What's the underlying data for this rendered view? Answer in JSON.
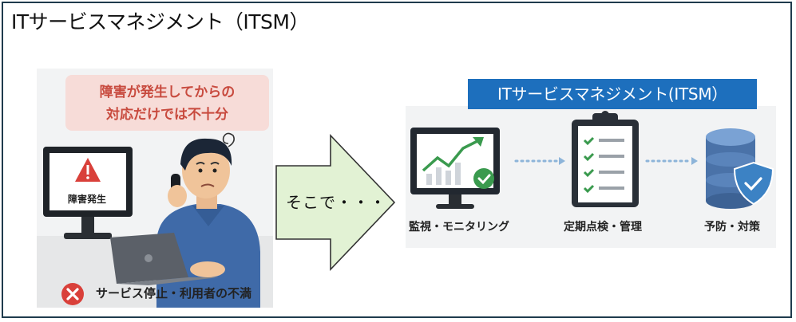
{
  "title": "ITサービスマネジメント（ITSM）",
  "left": {
    "problem_line1": "障害が発生してからの",
    "problem_line2": "対応だけでは不十分",
    "monitor_label": "障害発生",
    "consequence": "サービス停止・利用者の不満"
  },
  "arrow_text": "そこで・・・",
  "right": {
    "banner": "ITサービスマネジメント(ITSM）",
    "steps": [
      {
        "label": "監視・モニタリング",
        "icon": "monitor-chart-icon"
      },
      {
        "label": "定期点検・管理",
        "icon": "clipboard-checklist-icon"
      },
      {
        "label": "予防・対策",
        "icon": "database-shield-icon"
      }
    ]
  },
  "colors": {
    "frame": "#1f3b4d",
    "banner": "#1d6fbd",
    "problem_bg": "#f7dcd8",
    "problem_text": "#c84a3e",
    "arrow_fill": "#e2f2d4",
    "check_green": "#3a9a4e",
    "shield_blue": "#3c82c4"
  }
}
